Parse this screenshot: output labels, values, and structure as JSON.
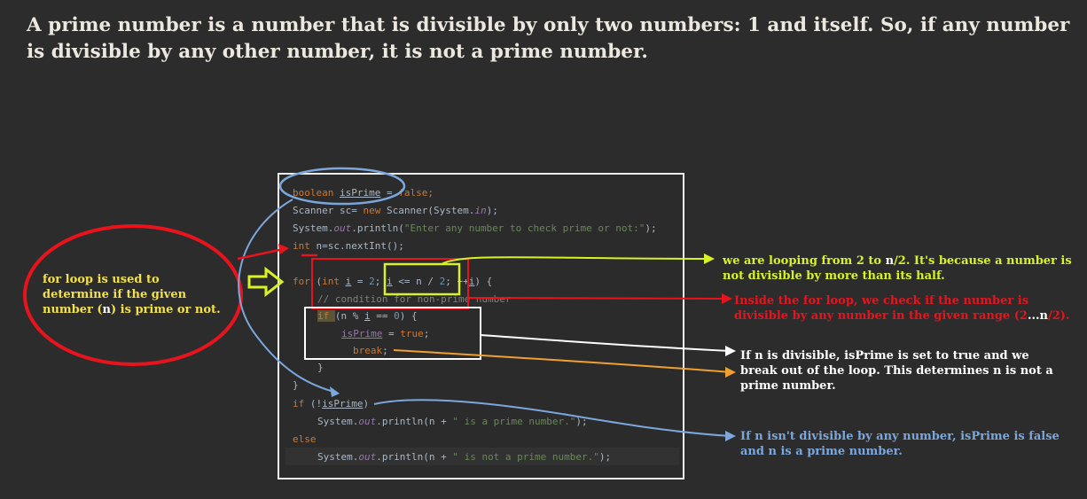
{
  "heading": "A prime number is a number that is divisible by only two numbers: 1 and itself. So, if any number is divisible by any other number, it is not a prime number.",
  "code": {
    "line1": {
      "kw": "boolean ",
      "var": "isPrime",
      "eq": " = ",
      "val": "false",
      "semi": ";"
    },
    "line2": {
      "a": "Scanner sc= ",
      "kw": "new ",
      "b": "Scanner(System.",
      "field": "in",
      "c": ");"
    },
    "line3": {
      "a": "System.",
      "field": "out",
      "b": ".println(",
      "str": "\"Enter any number to check prime or not:\"",
      "c": ");"
    },
    "line4": {
      "kw": "int ",
      "a": "n=sc.nextInt();"
    },
    "line5": {
      "kw": "for ",
      "a": "(",
      "kw2": "int ",
      "var": "i",
      "b": " = ",
      "num": "2",
      "c": "; ",
      "var2": "i",
      "d": " <= n / ",
      "num2": "2",
      "e": "; ++",
      "var3": "i",
      "f": ") {"
    },
    "line6": {
      "cmt": "// condition for non-prime number"
    },
    "line7": {
      "kw": "if ",
      "a": "(n % ",
      "var": "i",
      "b": " == ",
      "num": "0",
      "c": ") {"
    },
    "line8": {
      "var": "isPrime",
      "a": " = ",
      "kw": "true",
      "b": ";"
    },
    "line9": {
      "kw": "break",
      "a": ";"
    },
    "line10": {
      "a": "}"
    },
    "line11": {
      "a": "}"
    },
    "line12": {
      "kw": "if ",
      "a": "(!",
      "var": "isPrime",
      "b": ")"
    },
    "line13": {
      "a": "System.",
      "field": "out",
      "b": ".println(n + ",
      "str": "\" is a prime number.\"",
      "c": ");"
    },
    "line14": {
      "kw": "else"
    },
    "line15": {
      "a": "System.",
      "field": "out",
      "b": ".println(n + ",
      "str": "\" is not a prime number.\"",
      "c": ");"
    }
  },
  "notes": {
    "left": {
      "a": "for loop is used to determine if the given number (",
      "n": "n",
      "b": ") is prime or not."
    },
    "loop_range": {
      "a": "we are looping from 2 to ",
      "n": "n",
      "b": "/2. It's because a number is not divisible by more than its half."
    },
    "inside_loop": {
      "a": "Inside the for loop, we check if the number is divisible by any number in the given range (2",
      "dots": "...n",
      "b": "/2)."
    },
    "divisible": "If n is divisible, isPrime is set to true and we break out of the loop. This determines n is not a prime number.",
    "not_divisible": "If n  isn't divisible by any number, isPrime is false and n is a prime number."
  },
  "colors": {
    "red": "#e8141d",
    "yellow_green": "#d9f224",
    "blue": "#7ba7dc",
    "orange": "#f0a030",
    "white": "#ffffff"
  }
}
